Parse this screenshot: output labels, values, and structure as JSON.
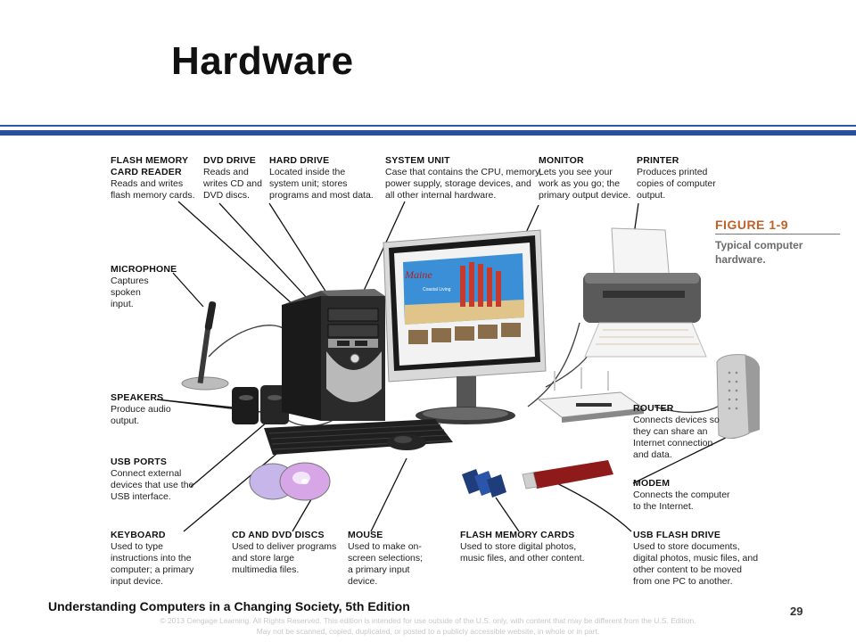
{
  "slide": {
    "title": "Hardware",
    "footer_book": "Understanding Computers in a Changing Society, 5th Edition",
    "page_number": "29",
    "copyright": "© 2013 Cengage Learning. All Rights Reserved. This edition is intended for use outside of the U.S. only, with content that may be different from the U.S. Edition.\nMay not be scanned, copied, duplicated, or posted to a publicly accessible website, in whole or in part."
  },
  "figure": {
    "number": "FIGURE 1-9",
    "caption": "Typical computer\nhardware.",
    "screen_logo": "Maine",
    "screen_text": "Coastal Living",
    "callouts": {
      "flash_reader": {
        "title": "FLASH MEMORY\nCARD READER",
        "desc": "Reads and writes\nflash memory cards."
      },
      "dvd_drive": {
        "title": "DVD DRIVE",
        "desc": "Reads and\nwrites CD and\nDVD discs."
      },
      "hard_drive": {
        "title": "HARD DRIVE",
        "desc": "Located inside the\nsystem unit; stores\nprograms and most data."
      },
      "system_unit": {
        "title": "SYSTEM UNIT",
        "desc": "Case that contains the CPU, memory,\npower supply, storage devices, and\nall other internal hardware."
      },
      "monitor": {
        "title": "MONITOR",
        "desc": "Lets you see your\nwork as you go; the\nprimary output device."
      },
      "printer": {
        "title": "PRINTER",
        "desc": "Produces printed\ncopies of computer\noutput."
      },
      "microphone": {
        "title": "MICROPHONE",
        "desc": "Captures\nspoken\ninput."
      },
      "speakers": {
        "title": "SPEAKERS",
        "desc": "Produce audio\noutput."
      },
      "usb_ports": {
        "title": "USB PORTS",
        "desc": "Connect external\ndevices that use the\nUSB interface."
      },
      "keyboard": {
        "title": "KEYBOARD",
        "desc": "Used to type\ninstructions into the\ncomputer; a primary\ninput device."
      },
      "cd_dvd_discs": {
        "title": "CD AND DVD DISCS",
        "desc": "Used to deliver programs\nand store large\nmultimedia files."
      },
      "mouse": {
        "title": "MOUSE",
        "desc": "Used to make on-\nscreen selections;\na primary input\ndevice."
      },
      "flash_cards": {
        "title": "FLASH MEMORY CARDS",
        "desc": "Used to store digital photos,\nmusic files, and other content."
      },
      "usb_flash_drive": {
        "title": "USB FLASH DRIVE",
        "desc": "Used to store documents,\ndigital photos, music files, and\nother content to be moved\nfrom one PC to another."
      },
      "router": {
        "title": "ROUTER",
        "desc": "Connects devices so\nthey can share an\nInternet connection\nand data."
      },
      "modem": {
        "title": "MODEM",
        "desc": "Connects the computer\nto the Internet."
      }
    }
  },
  "colors": {
    "title_rule": "#2a4f9c",
    "figure_number": "#c0612a",
    "case_body": "#2b2b2b",
    "screen_sky": "#3b8fd6",
    "printer_gray": "#5a5a5a"
  }
}
